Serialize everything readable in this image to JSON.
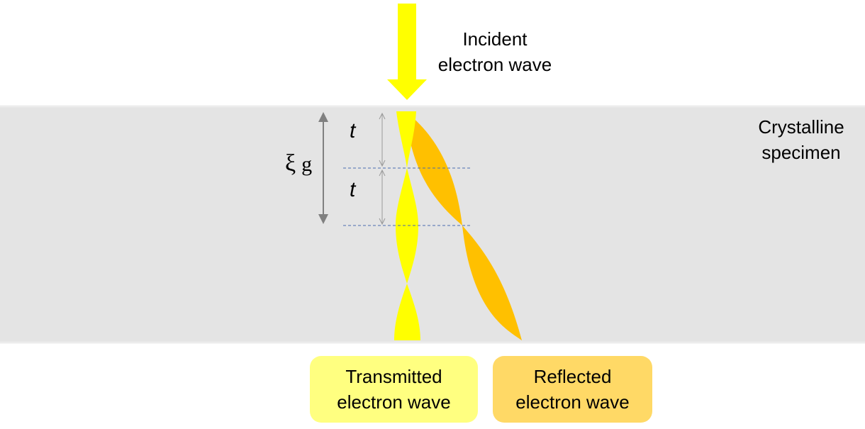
{
  "labels": {
    "incident_line1": "Incident",
    "incident_line2": "electron wave",
    "specimen_line1": "Crystalline",
    "specimen_line2": "specimen",
    "xi_symbol": "ξ",
    "xi_subscript": "g",
    "t_upper": "t",
    "t_lower": "t",
    "transmitted_line1": "Transmitted",
    "transmitted_line2": "electron wave",
    "reflected_line1": "Reflected",
    "reflected_line2": "electron wave"
  },
  "colors": {
    "specimen_fill": "#e4e4e4",
    "incident_beam": "#ffff00",
    "transmitted_beam": "#ffff00",
    "reflected_beam": "#ffc000",
    "transmitted_box": "#ffff80",
    "reflected_box": "#ffd966",
    "dimension_arrow": "#808080",
    "dashed_line": "#4a6bb0"
  }
}
